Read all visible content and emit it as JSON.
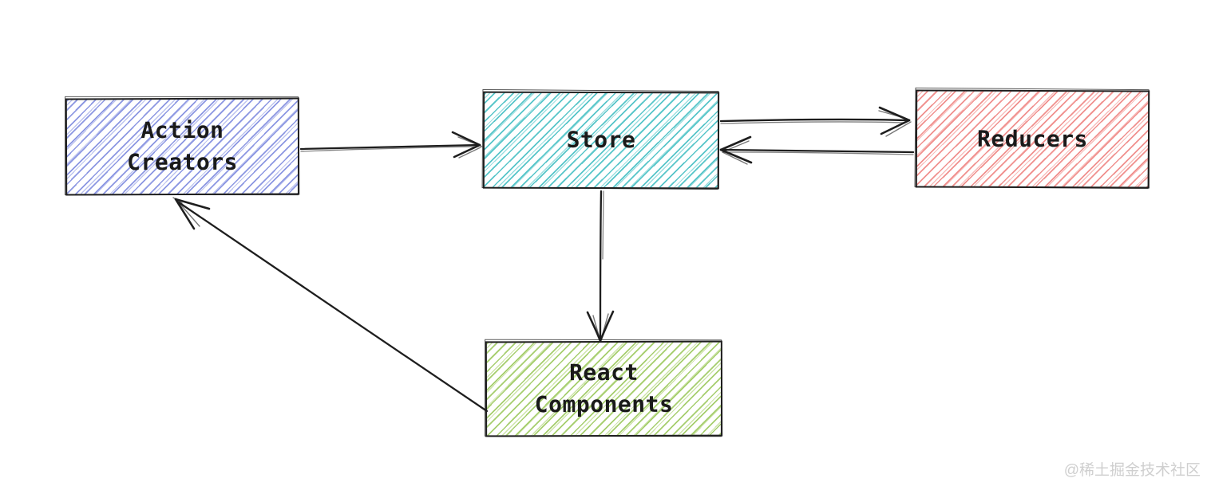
{
  "page": {
    "background": "#ffffff",
    "watermark": "@稀土掘金技术社区",
    "watermark_color": "#cfcfcf"
  },
  "diagram": {
    "type": "flowchart",
    "style": "hand-drawn-sketch",
    "stroke_color": "#1e1e1e",
    "text_color": "#1a1a1a",
    "nodes": [
      {
        "id": "action-creators",
        "label": "Action Creators",
        "label_lines": [
          "Action",
          "Creators"
        ],
        "hatch_color": "#8c97e2",
        "hatch_color_light": "#bcc3ef"
      },
      {
        "id": "store",
        "label": "Store",
        "label_lines": [
          "Store"
        ],
        "hatch_color": "#57c5c9",
        "hatch_color_light": "#9cdfe0"
      },
      {
        "id": "reducers",
        "label": "Reducers",
        "label_lines": [
          "Reducers"
        ],
        "hatch_color": "#f0908e",
        "hatch_color_light": "#f8bdbb"
      },
      {
        "id": "react-components",
        "label": "React Components",
        "label_lines": [
          "React",
          "Components"
        ],
        "hatch_color": "#a6ce6e",
        "hatch_color_light": "#cde4a9"
      }
    ],
    "edges": [
      {
        "from": "action-creators",
        "to": "store"
      },
      {
        "from": "store",
        "to": "reducers"
      },
      {
        "from": "reducers",
        "to": "store"
      },
      {
        "from": "store",
        "to": "react-components"
      },
      {
        "from": "react-components",
        "to": "action-creators"
      }
    ]
  }
}
